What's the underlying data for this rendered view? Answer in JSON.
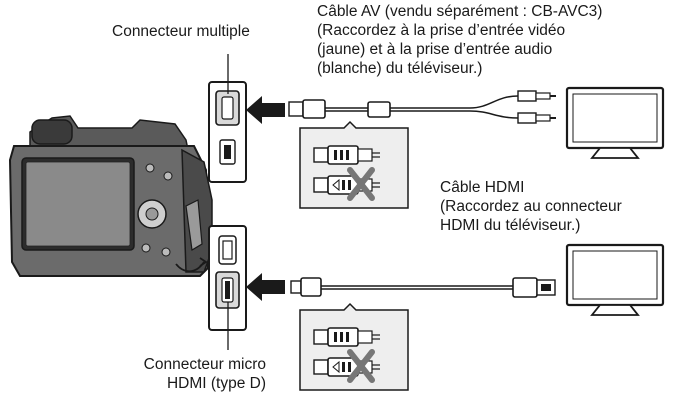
{
  "labels": {
    "multi_connector": "Connecteur multiple",
    "av_cable": {
      "line1": "Câble AV (vendu séparément : CB-AVC3)",
      "line2": "(Raccordez à la prise d’entrée vidéo",
      "line3": "(jaune) et à la prise d’entrée audio",
      "line4": "(blanche) du téléviseur.)"
    },
    "hdmi_cable": {
      "line1": "Câble HDMI",
      "line2": "(Raccordez au connecteur",
      "line3": "HDMI du téléviseur.)"
    },
    "micro_hdmi": {
      "line1": "Connecteur micro",
      "line2": "HDMI (type D)"
    }
  },
  "colors": {
    "ink": "#1a1a1a",
    "gray_fill": "#d9d9d9",
    "light_fill": "#eeeeee",
    "screen": "#ffffff"
  },
  "icons": {
    "camera": "camera-illustration",
    "tv": "television-icon",
    "arrow": "insert-arrow-icon",
    "cross": "prohibited-cross-icon"
  }
}
